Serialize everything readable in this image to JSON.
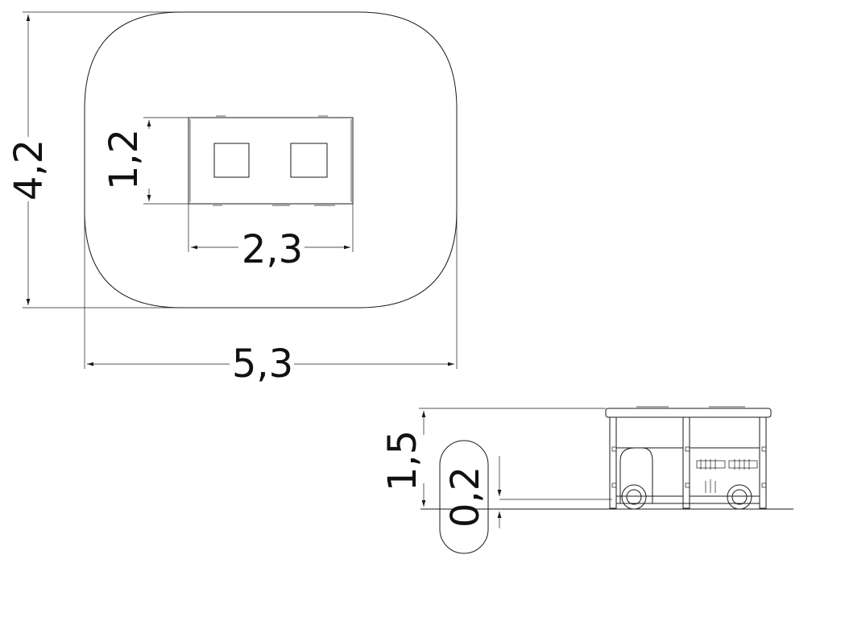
{
  "dimensions": {
    "overall_height": "4,2",
    "overall_width": "5,3",
    "unit_depth": "1,2",
    "unit_length": "2,3",
    "total_height": "1,5",
    "fall_height": "0,2"
  },
  "colors": {
    "line": "#1a1a1a",
    "background": "#ffffff"
  }
}
